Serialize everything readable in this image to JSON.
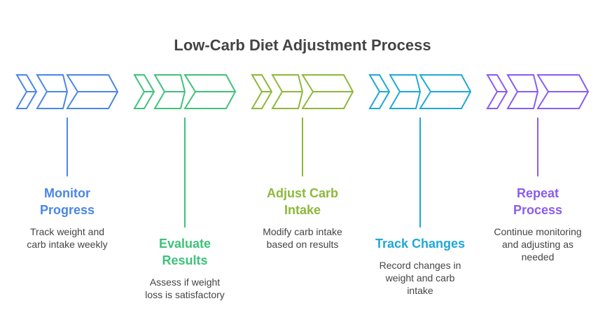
{
  "title": "Low-Carb Diet Adjustment Process",
  "steps": [
    {
      "title": "Monitor\nProgress",
      "description": "Track weight and\ncarb intake weekly",
      "color": "#4A86E8"
    },
    {
      "title": "Evaluate\nResults",
      "description": "Assess if weight\nloss is satisfactory",
      "color": "#3EC27A"
    },
    {
      "title": "Adjust Carb\nIntake",
      "description": "Modify carb intake\nbased on results",
      "color": "#8DB83A"
    },
    {
      "title": "Track Changes",
      "description": "Record changes in\nweight and carb\nintake",
      "color": "#1EA8D8"
    },
    {
      "title": "Repeat\nProcess",
      "description": "Continue monitoring\nand adjusting as\nneeded",
      "color": "#8A5CF0"
    }
  ]
}
